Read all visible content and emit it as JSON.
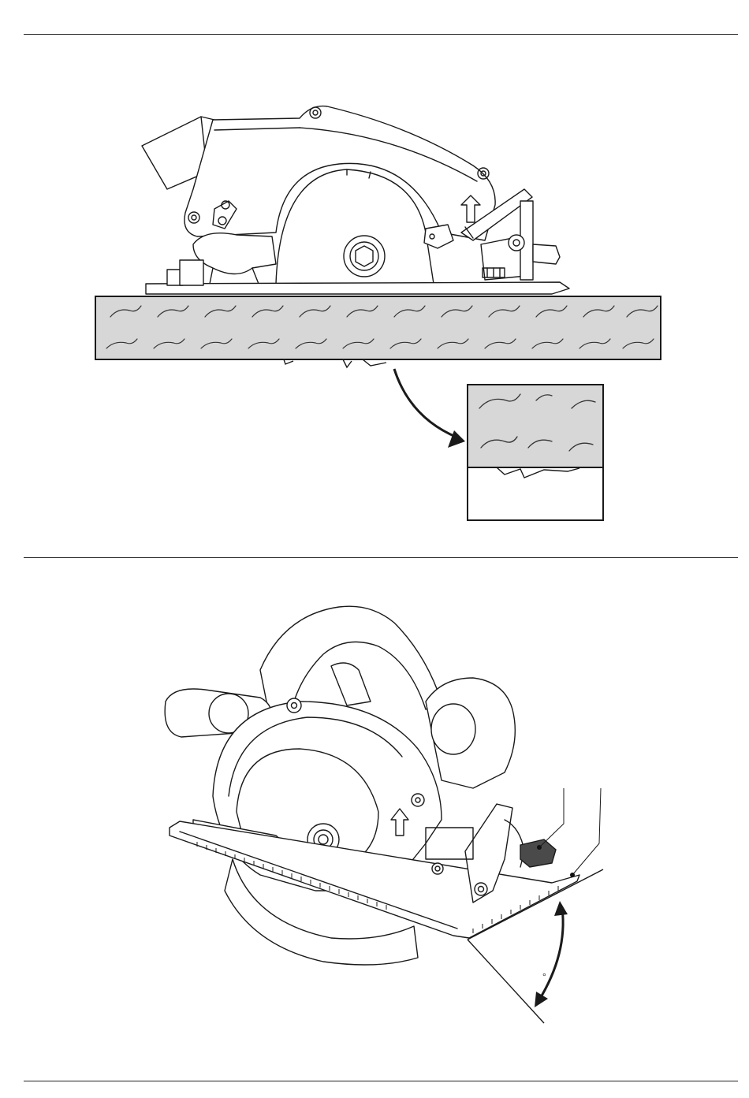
{
  "figures": [
    {
      "id": "fig-depth",
      "depicts": "saw-blade-depth-adjustment"
    },
    {
      "id": "fig-bevel",
      "depicts": "saw-bevel-angle-adjustment"
    }
  ],
  "bevel": {
    "degree_symbol": "°"
  },
  "colors": {
    "line": "#1a1a1a",
    "wood": "#d7d7d7",
    "knob": "#4a4a4a"
  }
}
